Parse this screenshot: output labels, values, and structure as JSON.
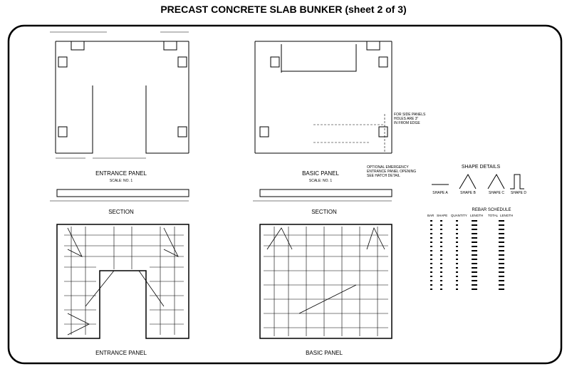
{
  "title": "PRECAST CONCRETE SLAB BUNKER (sheet 2 of 3)",
  "labels": {
    "entrance_plan": "ENTRANCE PANEL",
    "entrance_scale": "SCALE: NO. 1",
    "basic_plan": "BASIC PANEL",
    "basic_scale": "SCALE: NO. 1",
    "section1": "SECTION",
    "section2": "SECTION",
    "entrance_rebar": "ENTRANCE PANEL",
    "basic_rebar": "BASIC PANEL",
    "note_side": [
      "FOR SIDE PANELS",
      "HOLES ARE 3\"",
      "IN FROM EDGE"
    ],
    "note_optional": [
      "OPTIONAL EMERGENCY",
      "ENTRANCE PANEL OPENING",
      "SEE HATCH DETAIL"
    ]
  },
  "shape_details": {
    "title": "SHAPE DETAILS",
    "shapes": [
      "SHAPE A",
      "SHAPE B",
      "SHAPE C",
      "SHAPE D"
    ]
  },
  "rebar_schedule": {
    "title": "REBAR SCHEDULE",
    "columns": [
      "BAR",
      "SHAPE",
      "QUANTITY",
      "LENGTH",
      "TOTAL",
      "LENGTH"
    ]
  }
}
